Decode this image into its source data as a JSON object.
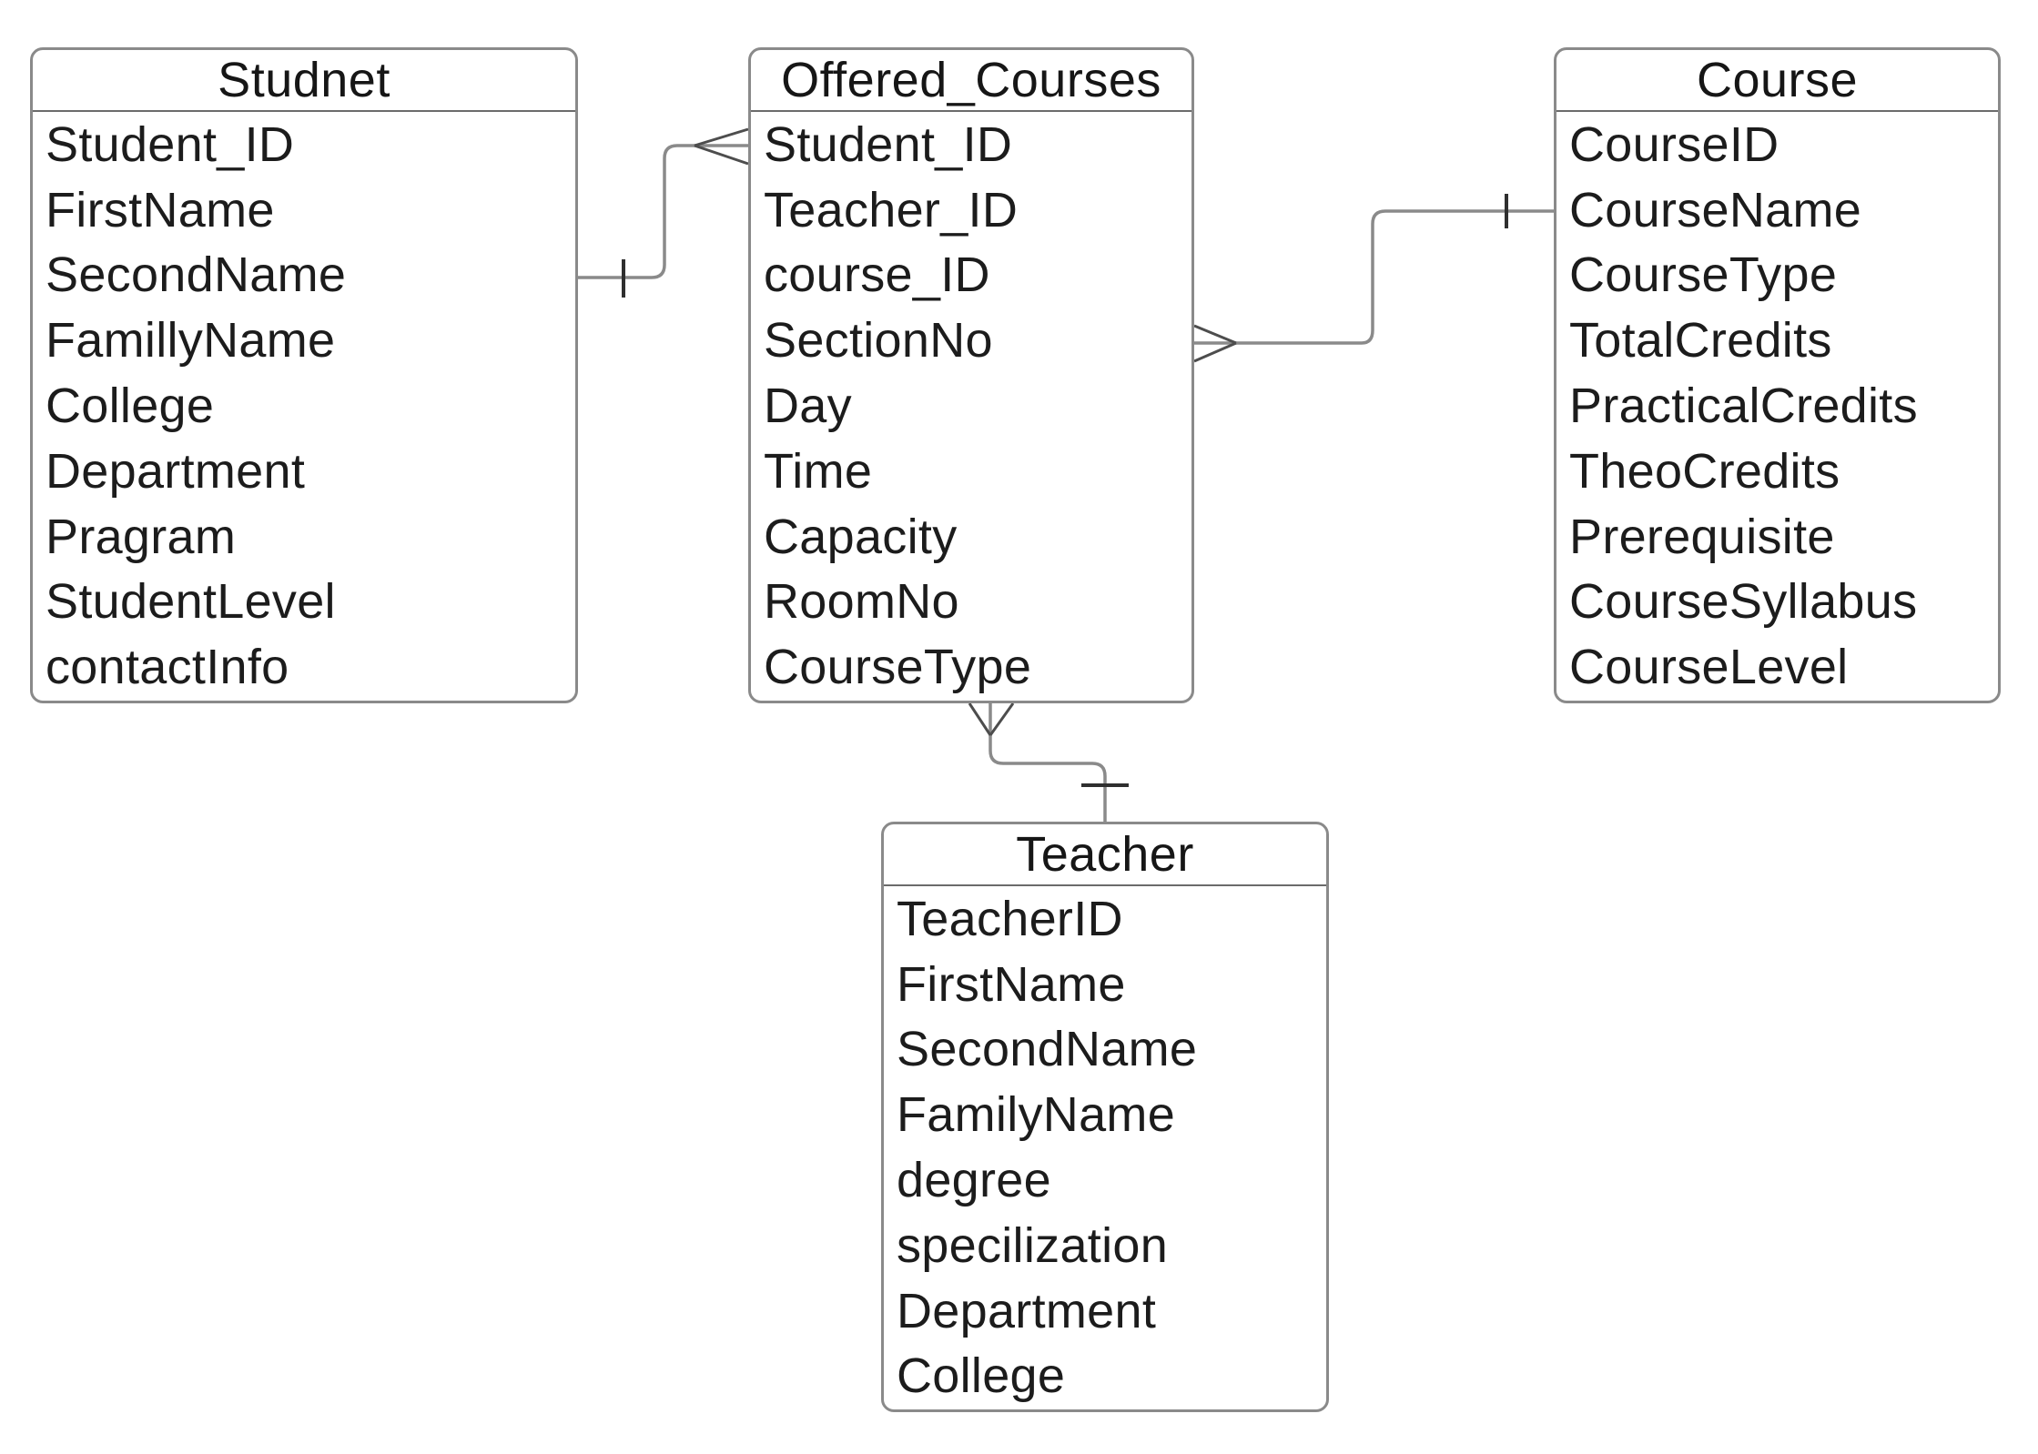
{
  "entities": {
    "studnet": {
      "title": "Studnet",
      "fields": [
        "Student_ID",
        "FirstName",
        "SecondName",
        "FamillyName",
        "College",
        "Department",
        "Pragram",
        "StudentLevel",
        "contactInfo"
      ]
    },
    "offered_courses": {
      "title": "Offered_Courses",
      "fields": [
        "Student_ID",
        "Teacher_ID",
        "course_ID",
        "SectionNo",
        "Day",
        "Time",
        "Capacity",
        "RoomNo",
        "CourseType"
      ]
    },
    "course": {
      "title": "Course",
      "fields": [
        "CourseID",
        "CourseName",
        "CourseType",
        "TotalCredits",
        "PracticalCredits",
        "TheoCredits",
        "Prerequisite",
        "CourseSyllabus",
        "CourseLevel"
      ]
    },
    "teacher": {
      "title": "Teacher",
      "fields": [
        "TeacherID",
        "FirstName",
        "SecondName",
        "FamilyName",
        "degree",
        "specilization",
        "Department",
        "College"
      ]
    }
  },
  "relationships": [
    {
      "from": "Studnet",
      "from_cardinality": "one",
      "to": "Offered_Courses",
      "to_cardinality": "many",
      "notation": "crow-foot"
    },
    {
      "from": "Course",
      "from_cardinality": "one",
      "to": "Offered_Courses",
      "to_cardinality": "many",
      "notation": "crow-foot"
    },
    {
      "from": "Teacher",
      "from_cardinality": "one",
      "to": "Offered_Courses",
      "to_cardinality": "many",
      "notation": "crow-foot"
    }
  ],
  "colors": {
    "background": "#ffffff",
    "box_fill": "#ffffff",
    "box_border": "#8a8a8a",
    "text": "#1c1c1c",
    "connector": "#8a8a8a",
    "marker": "#4d4d4d"
  }
}
